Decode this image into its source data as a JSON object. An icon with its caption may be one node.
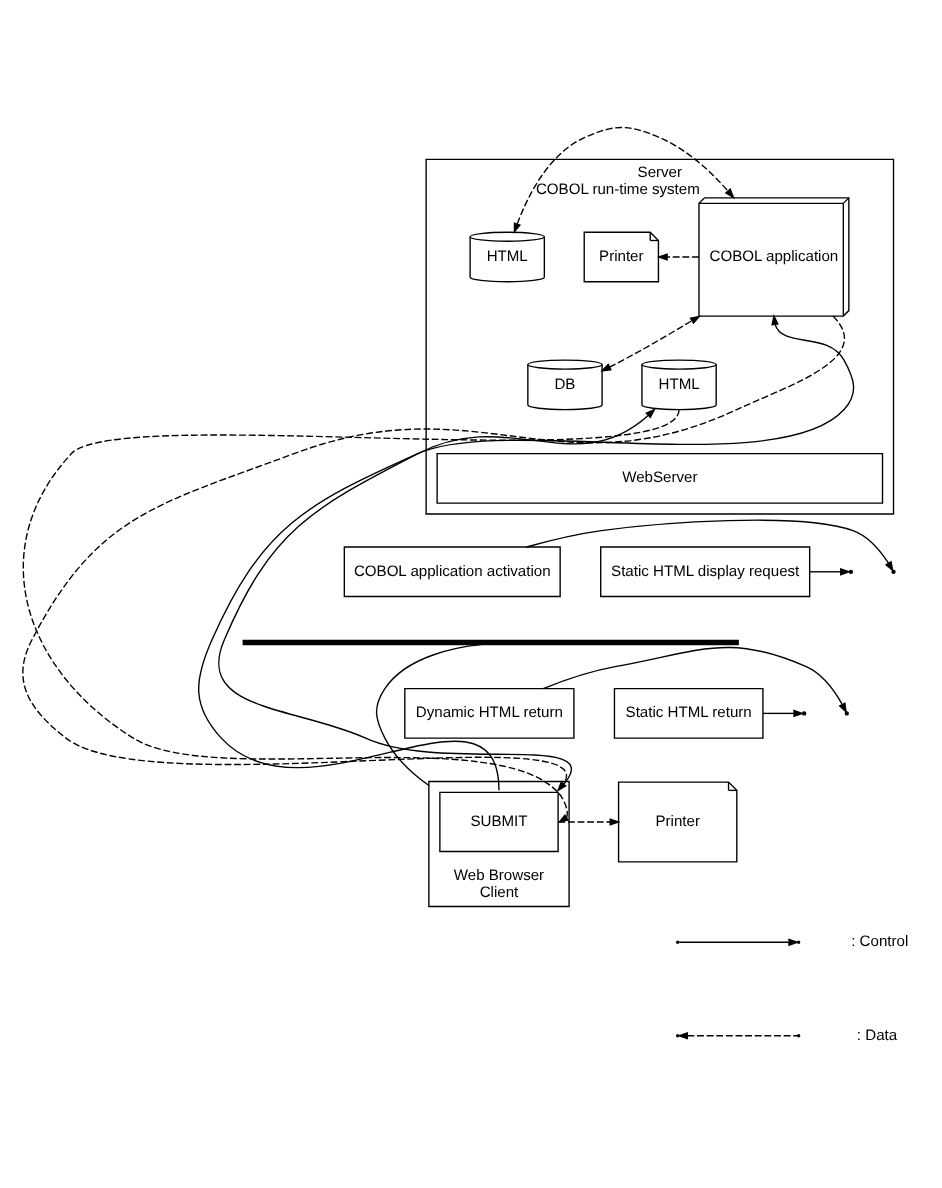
{
  "diagram": {
    "nodes": [
      {
        "text": [
          "Server"
        ]
      },
      {
        "text": [
          "HTML"
        ],
        "in": 0
      },
      {
        "text": [
          "DB"
        ],
        "in": 0
      },
      {
        "text": [
          "COBOL application"
        ],
        "beside": [
          "COBOL run-time system"
        ],
        "in": 0
      },
      {
        "text": [
          "Printer"
        ],
        "in": 0
      },
      {
        "text": [
          "HTML"
        ],
        "in": 0
      },
      {
        "text": [
          "WebServer"
        ],
        "in": 0
      },
      {
        "text": [
          "Web Browser",
          "Client"
        ]
      },
      {
        "text": [
          "SUBMIT"
        ],
        "in": 7
      },
      {
        "text": [
          "Printer"
        ]
      },
      {
        "text": [],
        "shape": "bar"
      },
      {
        "text": [
          "COBOL application activation"
        ]
      },
      {
        "text": [
          "Static HTML display request"
        ]
      },
      {
        "text": [
          "Dynamic HTML return"
        ]
      },
      {
        "text": [
          "Static HTML return"
        ]
      }
    ],
    "edges": [
      {
        "from": 1,
        "to": 3,
        "arrow": "both",
        "style": "dashed"
      },
      {
        "from": 2,
        "to": 3,
        "arrow": "both",
        "style": "dashed"
      },
      {
        "from": 3,
        "to": 4,
        "arrow": "to",
        "style": "dashed"
      },
      {
        "from": 8,
        "to": 3,
        "arrow": "to"
      },
      {
        "from": 3,
        "to": 8,
        "arrow": "to",
        "style": "dashed"
      },
      {
        "from": 8,
        "to": 5,
        "arrow": "to"
      },
      {
        "from": 5,
        "to": 8,
        "arrow": "to",
        "style": "dashed"
      },
      {
        "from": 8,
        "to": 9,
        "arrow": "to",
        "style": "dashed"
      },
      {
        "from": 7,
        "to": 10,
        "arrow": "none"
      },
      {
        "from": 11,
        "to": null,
        "arrow": "to"
      },
      {
        "from": 12,
        "to": null,
        "arrow": "to"
      },
      {
        "from": 13,
        "to": null,
        "arrow": "to"
      },
      {
        "from": 14,
        "to": null,
        "arrow": "to"
      }
    ],
    "legend": [
      {
        "text": ": Control"
      },
      {
        "text": ": Data"
      }
    ]
  }
}
